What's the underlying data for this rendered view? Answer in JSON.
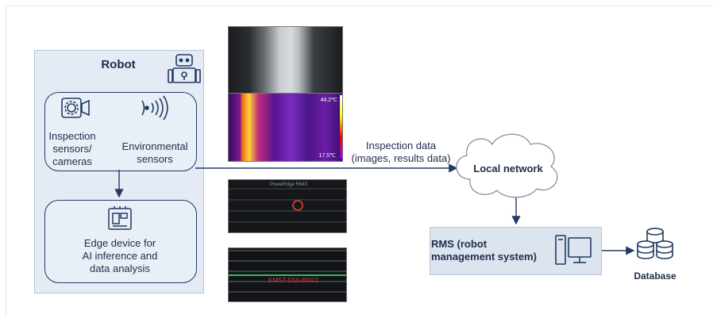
{
  "robot": {
    "title": "Robot",
    "inspection_label_1": "Inspection",
    "inspection_label_2": "sensors/",
    "inspection_label_3": "cameras",
    "env_label_1": "Environmental",
    "env_label_2": "sensors",
    "edge_label_1": "Edge device for",
    "edge_label_2": "AI inference and",
    "edge_label_3": "data analysis"
  },
  "images": {
    "thermal_top_temp": "44.2℃",
    "thermal_bottom_temp": "17.5℃",
    "server_top_tag": "PowerEdge R640",
    "server_bottom_tag": "KMST-D50-8W22"
  },
  "flow": {
    "inspection_label_1": "Inspection data",
    "inspection_label_2": "(images, results data)",
    "network_label": "Local network",
    "rms_label_1": "RMS (robot",
    "rms_label_2": "management system)",
    "database_label": "Database"
  },
  "icons": {
    "robot": "robot-icon",
    "camera": "camera-icon",
    "sensor": "sensor-waves-icon",
    "edge": "chip-device-icon",
    "computer": "computer-icon",
    "database": "database-icon",
    "cloud": "cloud-icon"
  },
  "colors": {
    "dark_navy": "#233a63",
    "panel_bg": "#e4ebf4",
    "rms_bg": "#dbe4ef"
  }
}
